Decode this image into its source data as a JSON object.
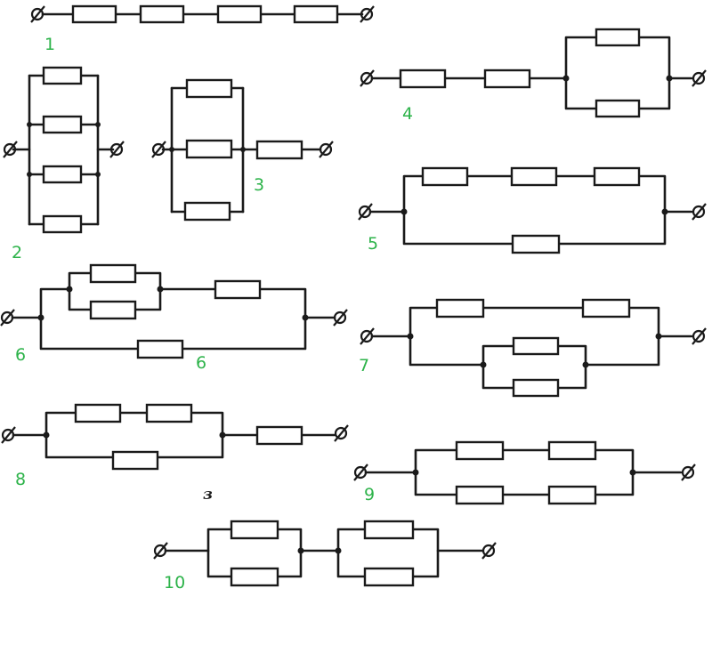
{
  "labels": {
    "c1": "1",
    "c2": "2",
    "c3": "3",
    "c4": "4",
    "c5": "5",
    "c6": "6",
    "c6b": "6",
    "c7": "7",
    "c8": "8",
    "c9": "9",
    "c10": "10"
  },
  "mark": "з",
  "colors": {
    "label": "#2db34a",
    "ink": "#1a1a1a"
  }
}
